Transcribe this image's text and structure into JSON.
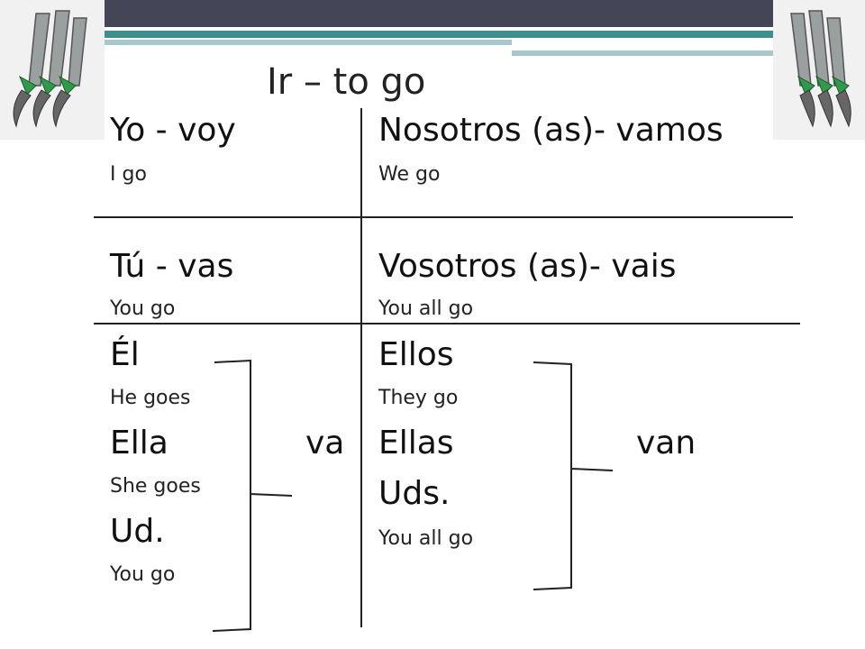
{
  "title": "Ir – to go",
  "left": {
    "yo": "Yo - voy",
    "yo_en": "I go",
    "tu": "Tú -  vas",
    "tu_en": "You go",
    "el": "Él",
    "el_en": "He goes",
    "ella": "Ella",
    "ella_en": "She goes",
    "ud": "Ud.",
    "ud_en": "You go",
    "verb": "va"
  },
  "right": {
    "nosotros": "Nosotros (as)- vamos",
    "nosotros_en": "We go",
    "vosotros": "Vosotros (as)- vais",
    "vosotros_en": "You all go",
    "ellos": "Ellos",
    "ellos_en": "They go",
    "ellas": "Ellas",
    "uds": "Uds.",
    "uds_en": "You all go",
    "verb": "van"
  },
  "icons": {
    "left_logo": "claw-icon",
    "right_logo": "claw-icon"
  },
  "colors": {
    "header_bar": "#444658",
    "accent": "#3d8f8f"
  }
}
